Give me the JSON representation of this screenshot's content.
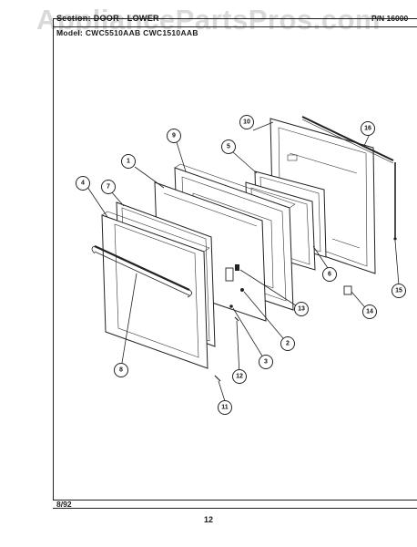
{
  "header": {
    "section": "Section: DOOR - LOWER",
    "model": "Model: CWC5510AAB  CWC1510AAB",
    "part_number": "P/N 16000"
  },
  "watermark": "AppliancePartsPros.com",
  "footer": {
    "date": "8/92",
    "page": "12"
  },
  "callouts": [
    "1",
    "2",
    "3",
    "4",
    "5",
    "6",
    "7",
    "8",
    "9",
    "10",
    "11",
    "12",
    "13",
    "14",
    "15",
    "16"
  ]
}
